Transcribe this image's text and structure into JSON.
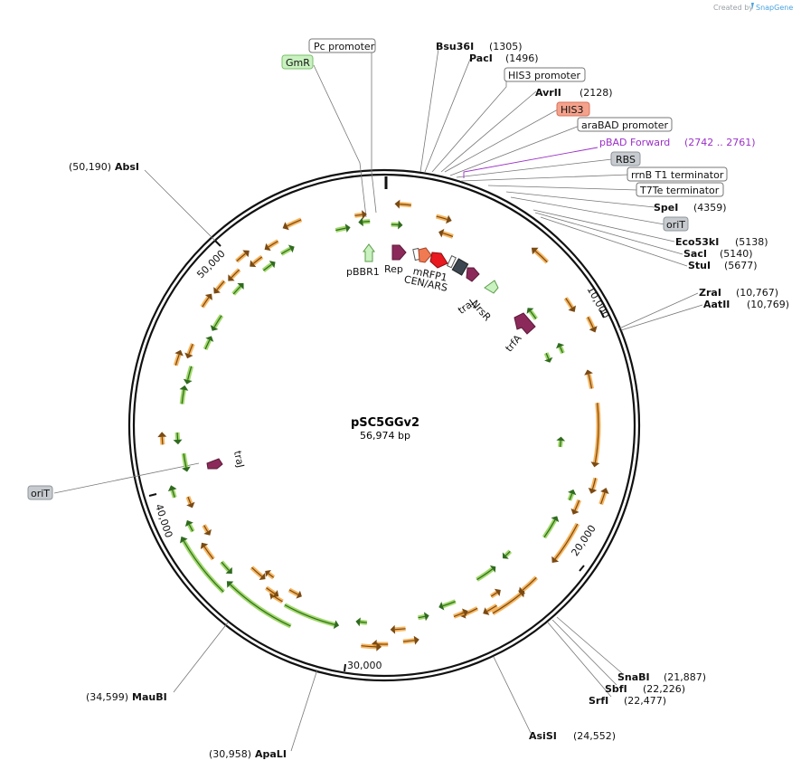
{
  "credit": {
    "prefix": "Created by",
    "brand": "SnapGene"
  },
  "plasmid": {
    "name": "pSC5GGv2",
    "size_label": "56,974 bp",
    "length": 56974
  },
  "ticks": [
    "10,000",
    "20,000",
    "30,000",
    "40,000",
    "50,000"
  ],
  "top_labels": [
    {
      "text": "Pc promoter",
      "kind": "box"
    },
    {
      "text": "GmR",
      "kind": "feature_green"
    },
    {
      "text": "Bsu36I",
      "pos": "(1305)",
      "kind": "enzyme"
    },
    {
      "text": "PacI",
      "pos": "(1496)",
      "kind": "enzyme"
    },
    {
      "text": "HIS3 promoter",
      "kind": "box"
    },
    {
      "text": "AvrII",
      "pos": "(2128)",
      "kind": "enzyme"
    },
    {
      "text": "HIS3",
      "kind": "feature_salmon"
    },
    {
      "text": "araBAD promoter",
      "kind": "box"
    },
    {
      "text": "pBAD Forward",
      "pos": "(2742 .. 2761)",
      "kind": "primer"
    },
    {
      "text": "RBS",
      "kind": "feature_gray"
    },
    {
      "text": "rrnB T1 terminator",
      "kind": "box"
    },
    {
      "text": "T7Te terminator",
      "kind": "box"
    },
    {
      "text": "SpeI",
      "pos": "(4359)",
      "kind": "enzyme"
    },
    {
      "text": "oriT",
      "kind": "feature_gray"
    },
    {
      "text": "Eco53kI",
      "pos": "(5138)",
      "kind": "enzyme"
    },
    {
      "text": "SacI",
      "pos": "(5140)",
      "kind": "enzyme"
    },
    {
      "text": "StuI",
      "pos": "(5677)",
      "kind": "enzyme"
    },
    {
      "text": "ZraI",
      "pos": "(10,767)",
      "kind": "enzyme"
    },
    {
      "text": "AatII",
      "pos": "(10,769)",
      "kind": "enzyme"
    }
  ],
  "other_labels": [
    {
      "text": "AbsI",
      "pos": "(50,190)",
      "kind": "enzyme"
    },
    {
      "text": "oriT",
      "kind": "feature_gray"
    },
    {
      "text": "MauBI",
      "pos": "(34,599)",
      "kind": "enzyme"
    },
    {
      "text": "ApaLI",
      "pos": "(30,958)",
      "kind": "enzyme"
    },
    {
      "text": "AsiSI",
      "pos": "(24,552)",
      "kind": "enzyme"
    },
    {
      "text": "SrfI",
      "pos": "(22,477)",
      "kind": "enzyme"
    },
    {
      "text": "SbfI",
      "pos": "(22,226)",
      "kind": "enzyme"
    },
    {
      "text": "SnaBI",
      "pos": "(21,887)",
      "kind": "enzyme"
    }
  ],
  "inner_features": [
    "pBBR1",
    "Rep",
    "mRFP1",
    "CEN/ARS",
    "traJ",
    "NrsR",
    "trfA",
    "traJ"
  ],
  "colors": {
    "orange": "#f5a742",
    "green": "#8fd14f",
    "magenta": "#8b2a5a",
    "red": "#e8191f",
    "salmon": "#f4a28c",
    "primer": "#9b30c8",
    "feature_gray": "#c7cbcf",
    "feature_green": "#c9f2c0",
    "darkslate": "#3b4650"
  }
}
